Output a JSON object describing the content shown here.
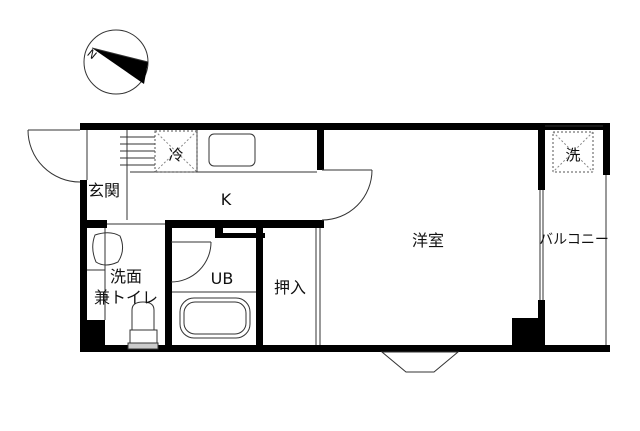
{
  "compass": {
    "north_label": "N"
  },
  "rooms": {
    "entrance": "玄関",
    "kitchen": "K",
    "western_room": "洋室",
    "balcony": "バルコニー",
    "unit_bath": "UB",
    "closet": "押入",
    "washroom_line1": "洗面",
    "washroom_line2": "兼トイレ"
  },
  "fixtures": {
    "fridge": "冷",
    "washer": "洗"
  },
  "colors": {
    "wall": "#000000",
    "line": "#333333"
  }
}
